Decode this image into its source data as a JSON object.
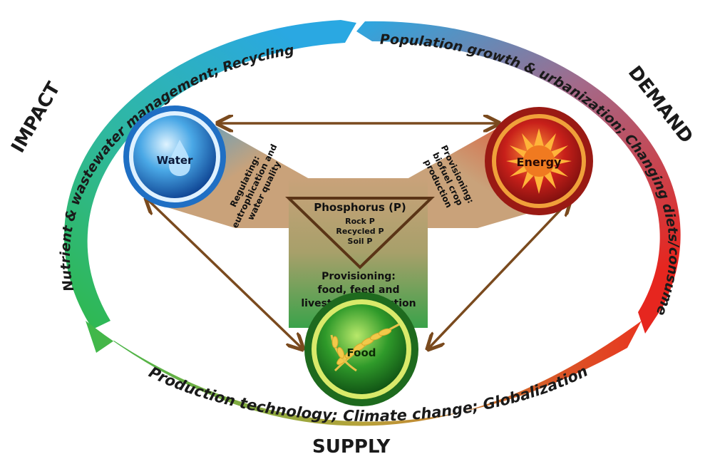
{
  "corners": {
    "impact": "IMPACT",
    "demand": "DEMAND",
    "supply": "SUPPLY"
  },
  "ring": {
    "left_arc": "Nutrient & wastewater management; Recycling",
    "right_arc": "Population growth & urbanization; Changing diets/consumer preference",
    "bottom_arc": "Production technology; Climate change; Globalization"
  },
  "nodes": {
    "water": "Water",
    "energy": "Energy",
    "food": "Food"
  },
  "center": {
    "title": "Phosphorus (P)",
    "items": [
      "Rock P",
      "Recycled P",
      "Soil P"
    ]
  },
  "flows": {
    "regulating": [
      "Regulating:",
      "eutrophication and",
      "water quality"
    ],
    "provisioning_energy": [
      "Provisioning:",
      "biofuel crop",
      "production"
    ],
    "provisioning_food": [
      "Provisioning:",
      "food, feed and",
      "livestock production"
    ]
  },
  "colors": {
    "ring_green": "#2db84a",
    "ring_blue": "#29a9e1",
    "ring_red": "#e8281f",
    "arrow_brown": "#7a4a1e",
    "band_tan": "#c9a27a"
  }
}
